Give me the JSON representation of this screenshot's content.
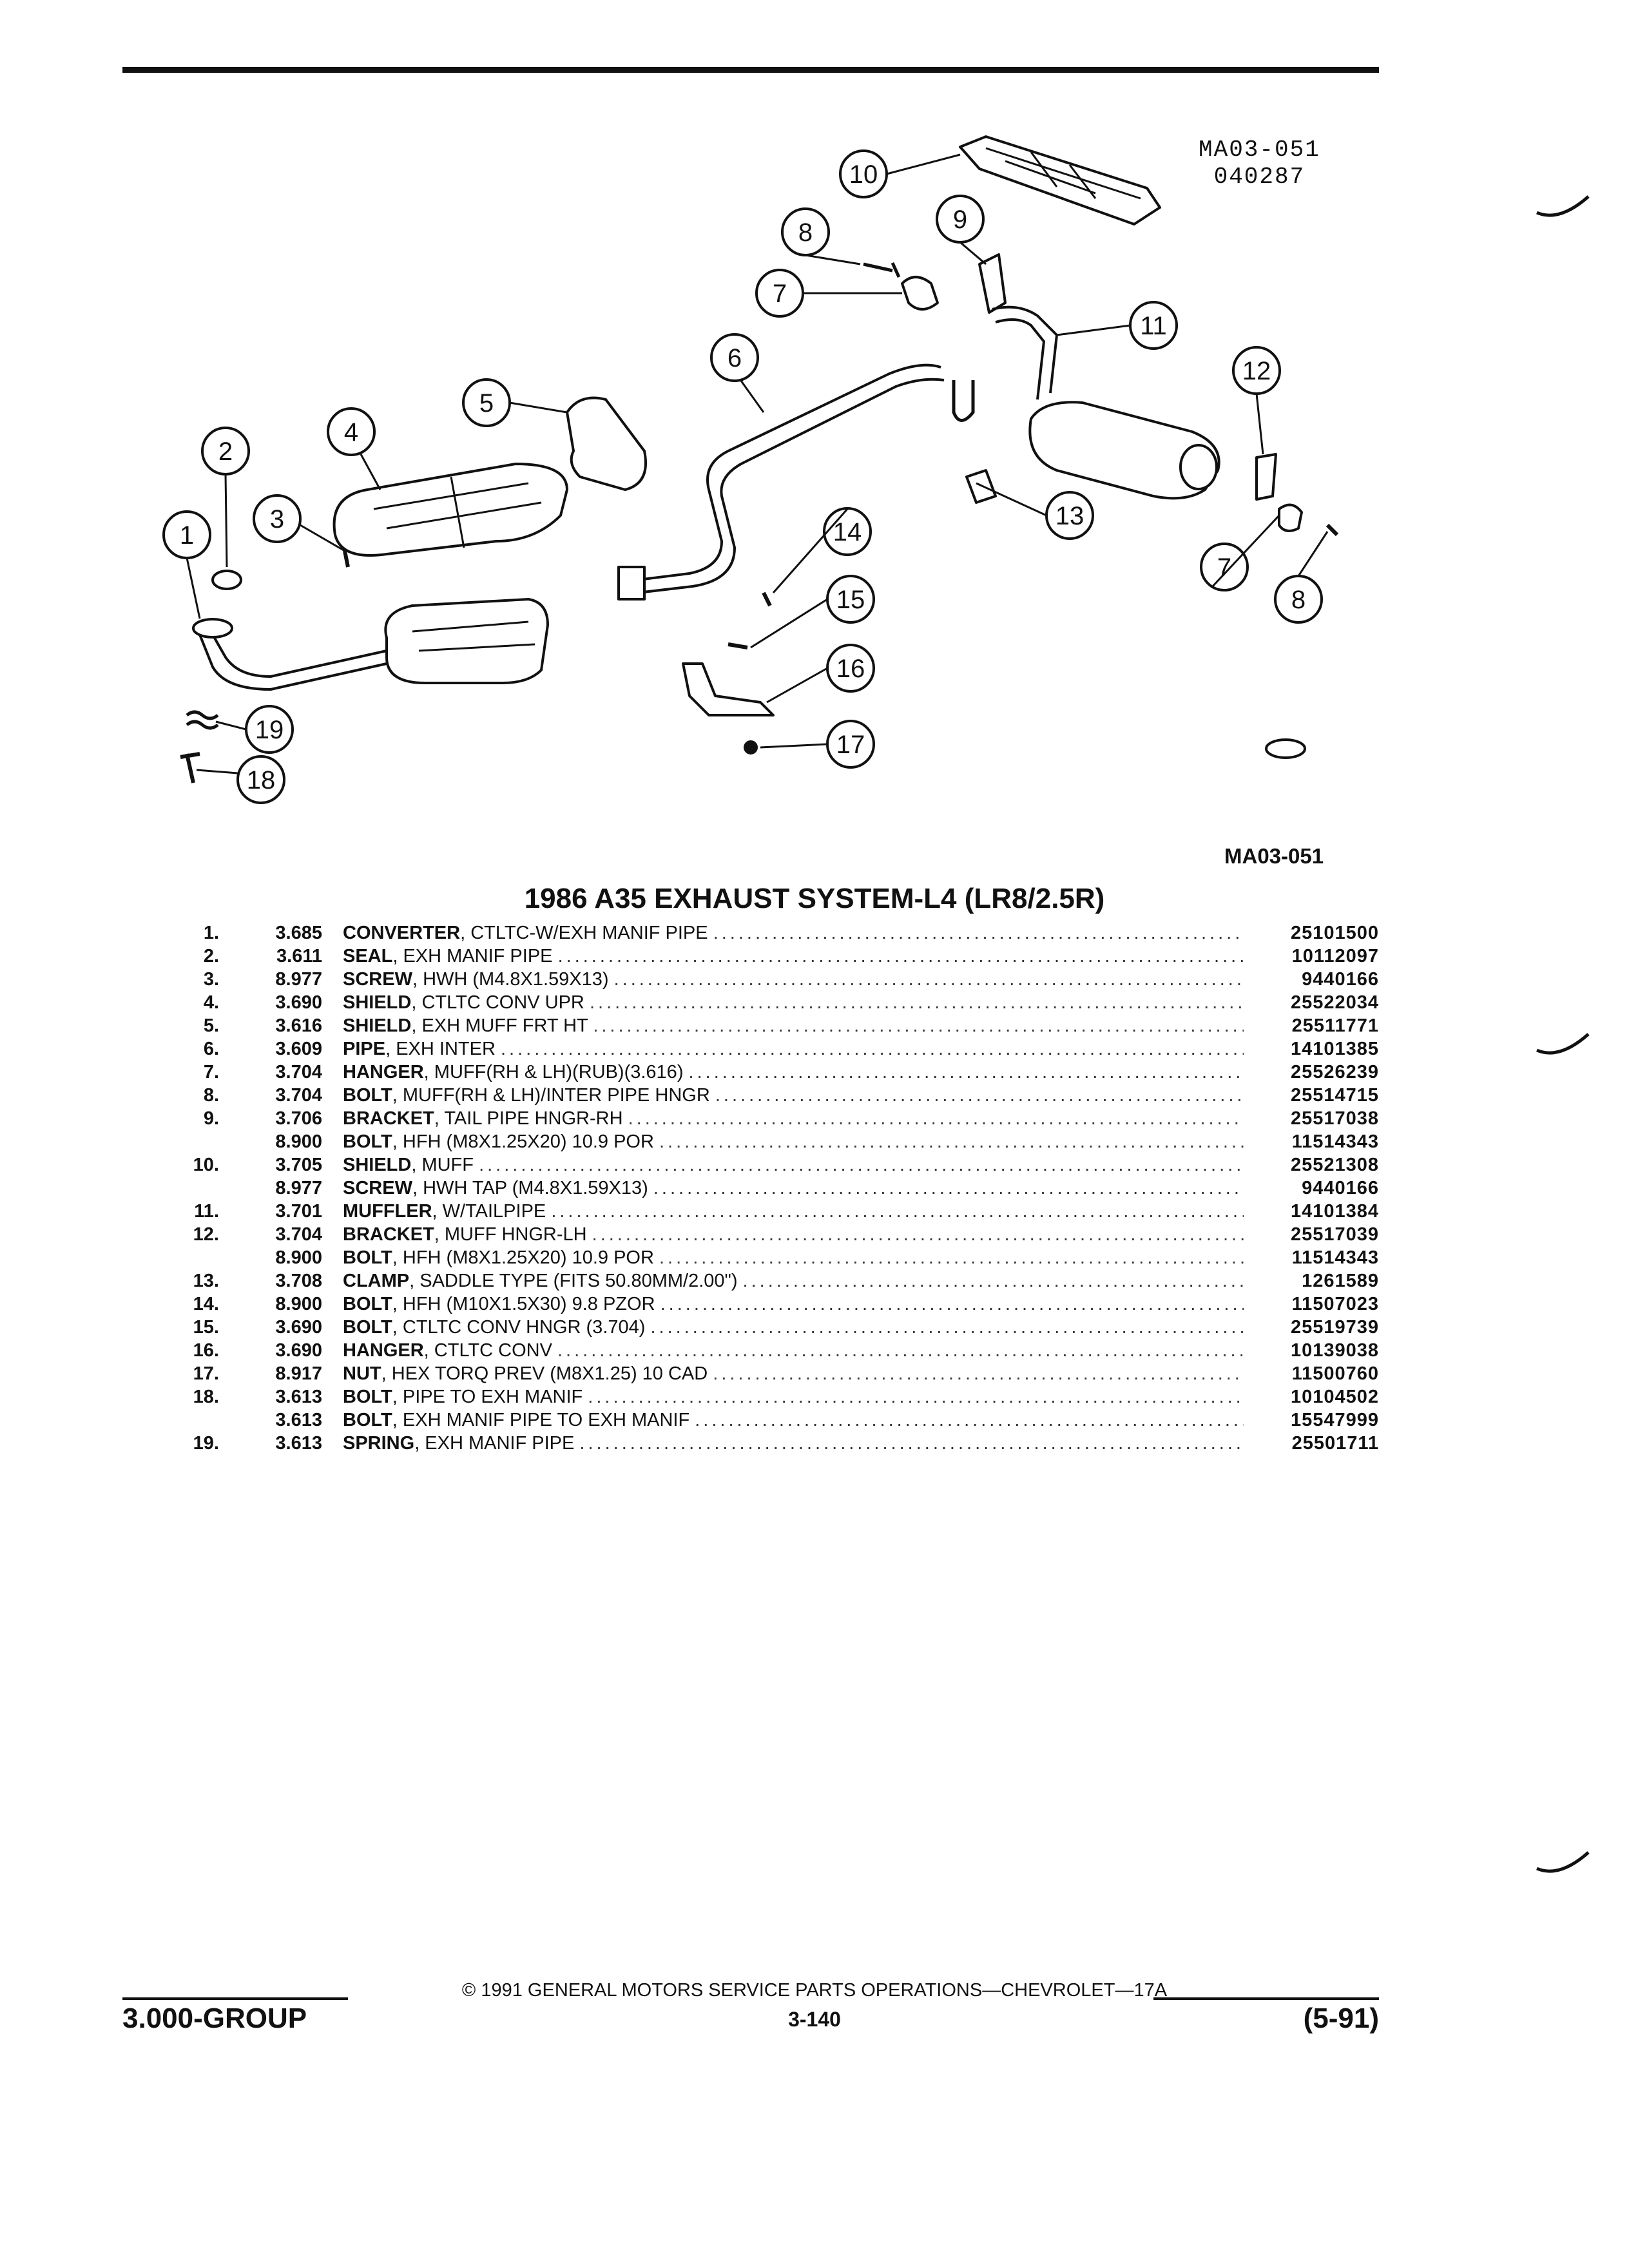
{
  "diagram": {
    "code": "MA03-051",
    "date_code": "040287",
    "ref_label": "MA03-051",
    "callouts": [
      "1",
      "2",
      "3",
      "4",
      "5",
      "6",
      "7",
      "8",
      "9",
      "10",
      "11",
      "12",
      "13",
      "14",
      "15",
      "16",
      "17",
      "18",
      "19",
      "7",
      "8"
    ]
  },
  "section": {
    "title": "1986 A35 EXHAUST SYSTEM-L4 (LR8/2.5R)"
  },
  "parts": [
    {
      "item": "1.",
      "code": "3.685",
      "name": "CONVERTER",
      "desc": ", CTLTC-W/EXH MANIF PIPE",
      "part": "25101500"
    },
    {
      "item": "2.",
      "code": "3.611",
      "name": "SEAL",
      "desc": ", EXH MANIF PIPE",
      "part": "10112097"
    },
    {
      "item": "3.",
      "code": "8.977",
      "name": "SCREW",
      "desc": ", HWH (M4.8X1.59X13)",
      "part": "9440166"
    },
    {
      "item": "4.",
      "code": "3.690",
      "name": "SHIELD",
      "desc": ", CTLTC CONV UPR",
      "part": "25522034"
    },
    {
      "item": "5.",
      "code": "3.616",
      "name": "SHIELD",
      "desc": ", EXH MUFF FRT HT",
      "part": "25511771"
    },
    {
      "item": "6.",
      "code": "3.609",
      "name": "PIPE",
      "desc": ", EXH INTER",
      "part": "14101385"
    },
    {
      "item": "7.",
      "code": "3.704",
      "name": "HANGER",
      "desc": ", MUFF(RH & LH)(RUB)(3.616)",
      "part": "25526239"
    },
    {
      "item": "8.",
      "code": "3.704",
      "name": "BOLT",
      "desc": ", MUFF(RH & LH)/INTER PIPE HNGR",
      "part": "25514715"
    },
    {
      "item": "9.",
      "code": "3.706",
      "name": "BRACKET",
      "desc": ", TAIL PIPE HNGR-RH",
      "part": "25517038"
    },
    {
      "item": "",
      "code": "8.900",
      "name": "BOLT",
      "desc": ", HFH (M8X1.25X20) 10.9 POR",
      "part": "11514343"
    },
    {
      "item": "10.",
      "code": "3.705",
      "name": "SHIELD",
      "desc": ", MUFF",
      "part": "25521308"
    },
    {
      "item": "",
      "code": "8.977",
      "name": "SCREW",
      "desc": ", HWH TAP (M4.8X1.59X13)",
      "part": "9440166"
    },
    {
      "item": "11.",
      "code": "3.701",
      "name": "MUFFLER",
      "desc": ", W/TAILPIPE",
      "part": "14101384"
    },
    {
      "item": "12.",
      "code": "3.704",
      "name": "BRACKET",
      "desc": ", MUFF HNGR-LH",
      "part": "25517039"
    },
    {
      "item": "",
      "code": "8.900",
      "name": "BOLT",
      "desc": ", HFH (M8X1.25X20) 10.9 POR",
      "part": "11514343"
    },
    {
      "item": "13.",
      "code": "3.708",
      "name": "CLAMP",
      "desc": ", SADDLE TYPE (FITS 50.80MM/2.00\")",
      "part": "1261589"
    },
    {
      "item": "14.",
      "code": "8.900",
      "name": "BOLT",
      "desc": ", HFH (M10X1.5X30) 9.8 PZOR",
      "part": "11507023"
    },
    {
      "item": "15.",
      "code": "3.690",
      "name": "BOLT",
      "desc": ", CTLTC CONV HNGR (3.704)",
      "part": "25519739"
    },
    {
      "item": "16.",
      "code": "3.690",
      "name": "HANGER",
      "desc": ", CTLTC CONV",
      "part": "10139038"
    },
    {
      "item": "17.",
      "code": "8.917",
      "name": "NUT",
      "desc": ", HEX TORQ PREV (M8X1.25) 10 CAD",
      "part": "11500760"
    },
    {
      "item": "18.",
      "code": "3.613",
      "name": "BOLT",
      "desc": ", PIPE TO EXH MANIF",
      "part": "10104502"
    },
    {
      "item": "",
      "code": "3.613",
      "name": "BOLT",
      "desc": ", EXH MANIF PIPE TO EXH MANIF",
      "part": "15547999"
    },
    {
      "item": "19.",
      "code": "3.613",
      "name": "SPRING",
      "desc": ", EXH MANIF PIPE",
      "part": "25501711"
    }
  ],
  "footer": {
    "copyright": "© 1991 GENERAL MOTORS SERVICE PARTS OPERATIONS—CHEVROLET—17A",
    "group": "3.000-GROUP",
    "page": "3-140",
    "date": "(5-91)"
  }
}
